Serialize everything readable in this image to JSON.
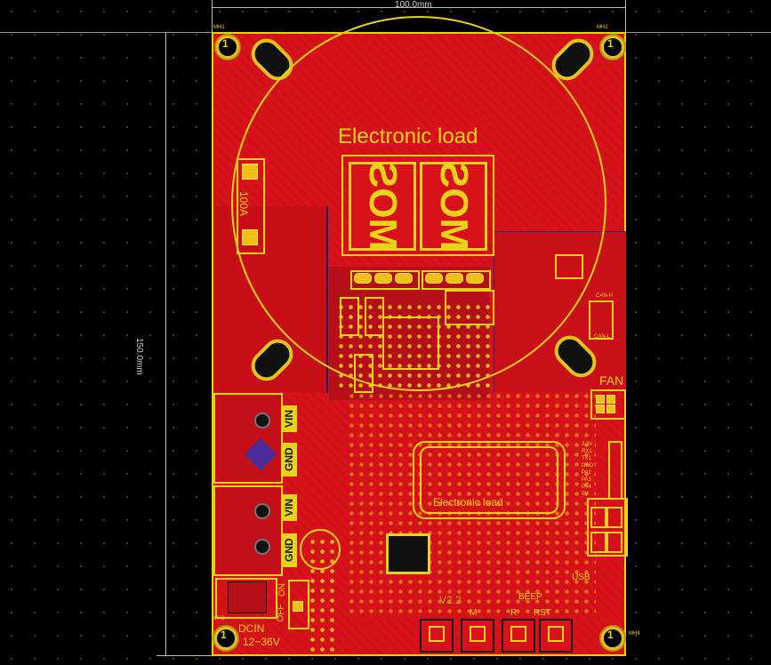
{
  "dimensions": {
    "width_label": "100.0mm",
    "height_label": "150.0mm"
  },
  "silkscreen": {
    "title_top": "Electronic load",
    "mos_left": "MOS",
    "mos_right": "MOS",
    "resistor": "100A",
    "fan": "FAN",
    "vin_top": "VIN",
    "gnd_top": "GND",
    "vin_bottom": "VIN",
    "gnd_bottom": "GND",
    "dcin": "DCIN",
    "voltage_range": "12~36V",
    "switch_on": "ON",
    "switch_off": "OFF",
    "title_mid": "Electronic load",
    "version": "V2.2",
    "beep": "BEEP",
    "usb": "USB",
    "btn_m": "M",
    "btn_r": "R",
    "btn_rst": "RST",
    "can_h": "CAN-H",
    "can_l": "CAN-L",
    "mh_top_left": "1",
    "mh_top_right": "1",
    "mh_bottom_left": "1",
    "mh_bottom_right": "1",
    "ref_tl": "MH1",
    "ref_tr": "MH2",
    "ref_bl": "MH3",
    "ref_br": "MH4",
    "header_pins": [
      "3.3V",
      "RX1",
      "TX1",
      "GND",
      "PA2",
      "PA3",
      "PA4",
      "5V"
    ]
  },
  "colors": {
    "copper": "#d8121a",
    "silk": "#e8d21a",
    "outline": "#e4d400",
    "background": "#000000"
  }
}
